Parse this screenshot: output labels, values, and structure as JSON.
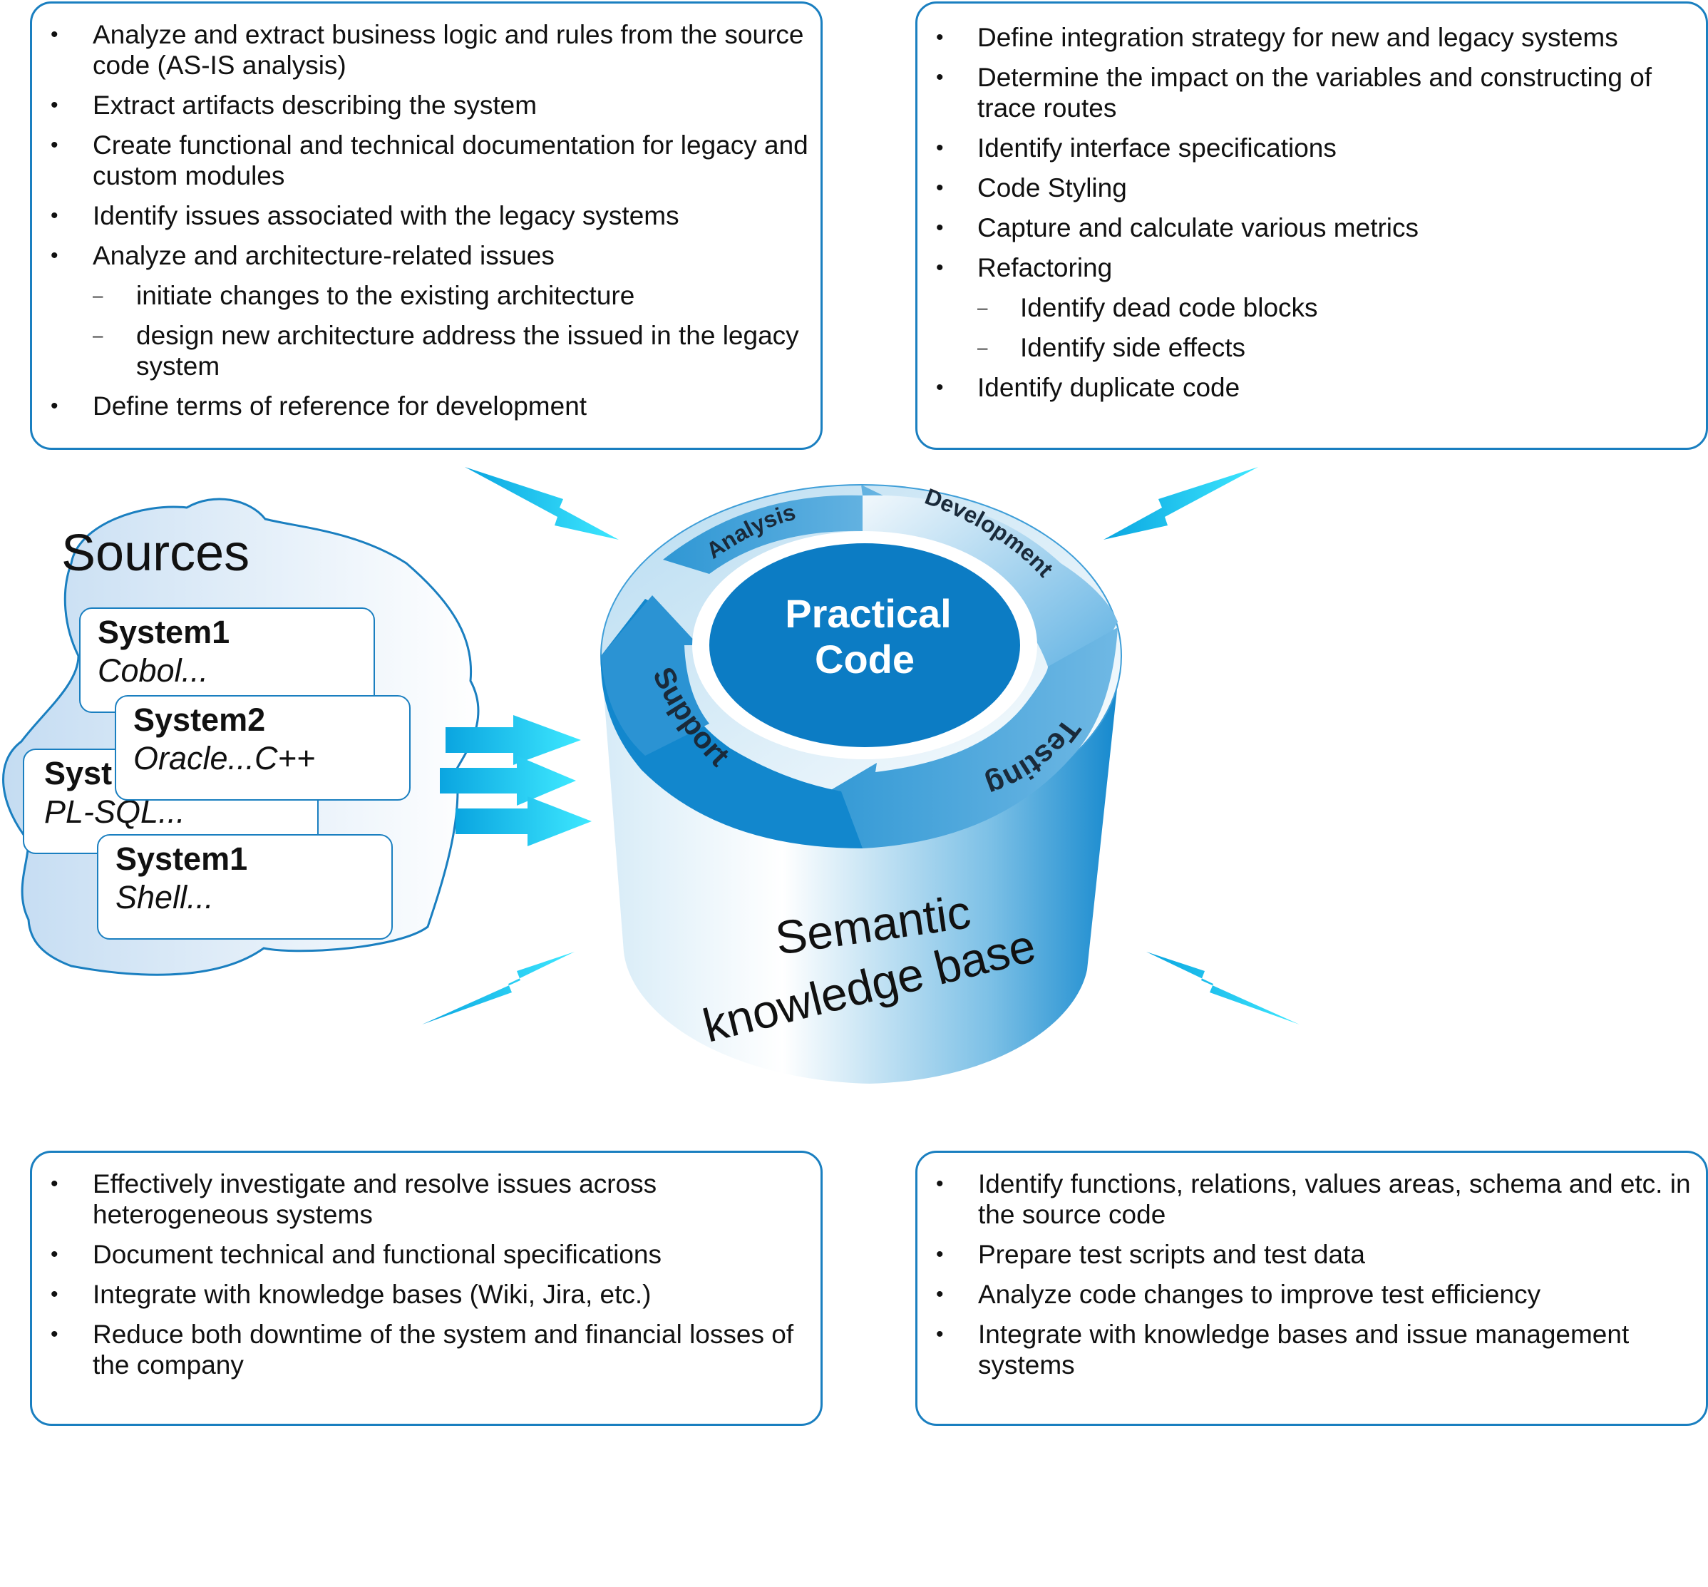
{
  "top_left": {
    "items": [
      {
        "level": 1,
        "text": "Analyze and extract business logic and rules from the source code (AS-IS analysis)"
      },
      {
        "level": 1,
        "text": "Extract artifacts describing the system"
      },
      {
        "level": 1,
        "text": "Create functional and technical documentation for legacy and custom modules"
      },
      {
        "level": 1,
        "text": "Identify issues associated with the legacy systems"
      },
      {
        "level": 1,
        "text": "Analyze and architecture-related issues"
      },
      {
        "level": 2,
        "text": "initiate changes to the existing architecture"
      },
      {
        "level": 2,
        "text": "design new architecture address the issued in the legacy system"
      },
      {
        "level": 1,
        "text": "Define terms of reference for development"
      }
    ]
  },
  "top_right": {
    "items": [
      {
        "level": 1,
        "text": "Define integration strategy for new and legacy systems"
      },
      {
        "level": 1,
        "text": "Determine the impact on the variables and constructing of trace routes"
      },
      {
        "level": 1,
        "text": "Identify interface specifications"
      },
      {
        "level": 1,
        "text": "Code Styling"
      },
      {
        "level": 1,
        "text": "Capture and calculate various metrics"
      },
      {
        "level": 1,
        "text": "Refactoring"
      },
      {
        "level": 2,
        "text": "Identify dead code blocks"
      },
      {
        "level": 2,
        "text": "Identify side effects"
      },
      {
        "level": 1,
        "text": "Identify duplicate code"
      }
    ]
  },
  "bottom_left": {
    "items": [
      {
        "level": 1,
        "text": "Effectively investigate and resolve issues across heterogeneous systems"
      },
      {
        "level": 1,
        "text": "Document technical and functional specifications"
      },
      {
        "level": 1,
        "text": "Integrate with knowledge bases (Wiki, Jira, etc.)"
      },
      {
        "level": 1,
        "text": "Reduce both downtime of the system and financial losses of the company"
      }
    ]
  },
  "bottom_right": {
    "items": [
      {
        "level": 1,
        "text": "Identify functions, relations, values areas, schema and etc. in the source code"
      },
      {
        "level": 1,
        "text": "Prepare test scripts and test data"
      },
      {
        "level": 1,
        "text": "Analyze code changes to improve test efficiency"
      },
      {
        "level": 1,
        "text": "Integrate with knowledge bases and issue management systems"
      }
    ]
  },
  "bullet_char": "•",
  "dash_char": "–",
  "sources": {
    "title": "Sources",
    "systems": [
      {
        "name": "System1",
        "lang": "Cobol..."
      },
      {
        "name": "Syst",
        "lang": "PL-SQL..."
      },
      {
        "name": "System2",
        "lang": "Oracle...C++"
      },
      {
        "name": "System1",
        "lang": "Shell..."
      }
    ]
  },
  "cycle": {
    "center_line1": "Practical",
    "center_line2": "Code",
    "analysis": "Analysis",
    "development": "Development",
    "testing": "Testing",
    "support": "Support"
  },
  "kb": {
    "line1": "Semantic",
    "line2": "knowledge base"
  },
  "colors": {
    "border": "#1a7fc0",
    "accent_dark": "#0c7cc4",
    "accent_light": "#cfe8f6",
    "arrow": "#14d4f0"
  }
}
